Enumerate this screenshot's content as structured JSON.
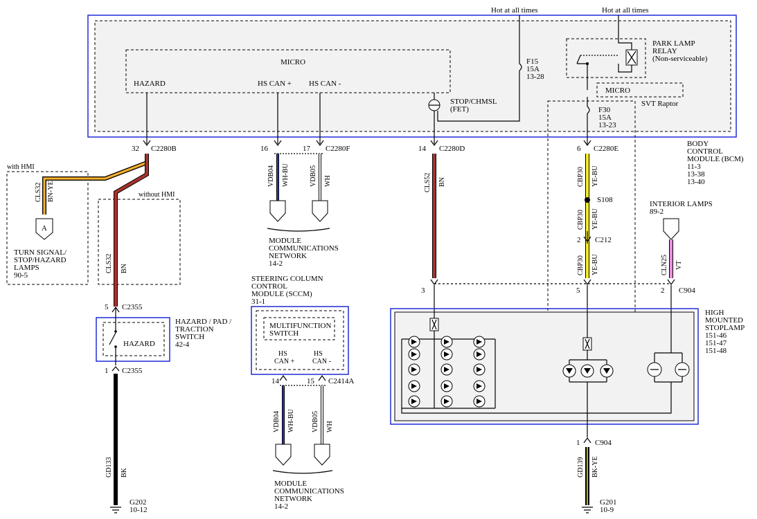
{
  "power": {
    "hot_left": "Hot at all times",
    "hot_right": "Hot at all times"
  },
  "fuses": {
    "f15": [
      "F15",
      "15A",
      "13-28"
    ],
    "f30": [
      "F30",
      "15A",
      "13-23"
    ]
  },
  "relay": {
    "label": [
      "PARK LAMP",
      "RELAY",
      "(Non-serviceable)"
    ],
    "micro": "MICRO",
    "note": "SVT Raptor"
  },
  "bcm": {
    "micro": "MICRO",
    "hazard": "HAZARD",
    "hs_can_plus": "HS CAN +",
    "hs_can_minus": "HS CAN -",
    "stop": [
      "STOP/CHMSL",
      "(FET)"
    ],
    "label": [
      "BODY",
      "CONTROL",
      "MODULE (BCM)",
      "11-3",
      "13-38",
      "13-40"
    ]
  },
  "connectors": {
    "c2280b": {
      "pin": "32",
      "name": "C2280B"
    },
    "c2280f": {
      "pin1": "16",
      "pin2": "17",
      "name": "C2280F"
    },
    "c2280d": {
      "pin": "14",
      "name": "C2280D"
    },
    "c2280e": {
      "pin": "6",
      "name": "C2280E"
    },
    "s108": "S108",
    "c212": {
      "pin": "2",
      "name": "C212"
    },
    "c904_top": {
      "pin_left": "3",
      "pin_mid": "5",
      "pin_right": "2",
      "name": "C904"
    },
    "c2355_top": {
      "pin": "5",
      "name": "C2355"
    },
    "c2355_bot": {
      "pin": "1",
      "name": "C2355"
    },
    "c2414a": {
      "pin1": "14",
      "pin2": "15",
      "name": "C2414A"
    },
    "c904_bot": {
      "pin": "1",
      "name": "C904"
    }
  },
  "wires": {
    "cls32_hmi": {
      "circuit": "CLS32",
      "color": "BN-YE"
    },
    "cls32": {
      "circuit": "CLS32",
      "color": "BN"
    },
    "vdb04": {
      "circuit": "VDB04",
      "color": "WH-BU"
    },
    "vdb05": {
      "circuit": "VDB05",
      "color": "WH"
    },
    "cls52": {
      "circuit": "CLS52",
      "color": "BN"
    },
    "cbp30": {
      "circuit": "CBP30",
      "color": "YE-BU"
    },
    "cln25": {
      "circuit": "CLN25",
      "color": "VT"
    },
    "gd133": {
      "circuit": "GD133",
      "color": "BK"
    },
    "gd139": {
      "circuit": "GD139",
      "color": "BK-YE"
    },
    "vdb04b": {
      "circuit": "VDB04",
      "color": "WH-BU"
    },
    "vdb05b": {
      "circuit": "VDB05",
      "color": "WH"
    }
  },
  "labels": {
    "with_hmi": "with HMI",
    "without_hmi": "without HMI",
    "connector_a": "A",
    "turn_signal": [
      "TURN SIGNAL/",
      "STOP/HAZARD",
      "LAMPS",
      "90-5"
    ],
    "mcn_top": [
      "MODULE",
      "COMMUNICATIONS",
      "NETWORK",
      "14-2"
    ],
    "sccm": [
      "STEERING COLUMN",
      "CONTROL",
      "MODULE (SCCM)",
      "31-1"
    ],
    "multifunction": [
      "MULTIFUNCTION",
      "SWITCH"
    ],
    "sccm_hs_plus": [
      "HS",
      "CAN +"
    ],
    "sccm_hs_minus": [
      "HS",
      "CAN -"
    ],
    "hazard_switch": [
      "HAZARD / PAD /",
      "TRACTION",
      "SWITCH",
      "42-4"
    ],
    "hazard_inner": "HAZARD",
    "interior_lamps": [
      "INTERIOR LAMPS",
      "89-2"
    ],
    "chmsl": [
      "HIGH",
      "MOUNTED",
      "STOPLAMP",
      "151-46",
      "151-47",
      "151-48"
    ],
    "mcn_bot": [
      "MODULE",
      "COMMUNICATIONS",
      "NETWORK",
      "14-2"
    ],
    "g202": [
      "G202",
      "10-12"
    ],
    "g201": [
      "G201",
      "10-9"
    ]
  },
  "colors": {
    "brown": "#a8322d",
    "yellow": "#f2ec2a",
    "violet": "#e88fe0",
    "outline_blue": "#1f2bd6",
    "panel_fill": "#f2f2f2"
  }
}
